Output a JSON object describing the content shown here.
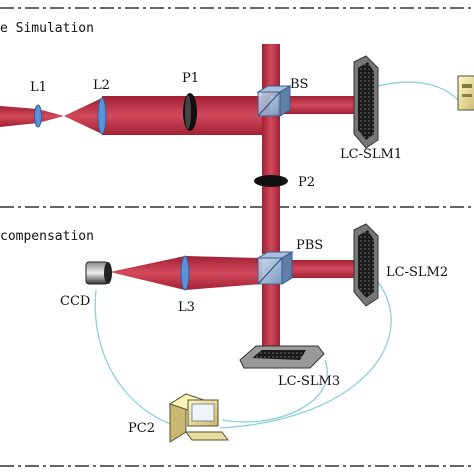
{
  "sections": {
    "top": "e Simulation",
    "bottom": "compensation"
  },
  "labels": {
    "l1": "L1",
    "l2": "L2",
    "p1": "P1",
    "bs": "BS",
    "lc_slm1": "LC-SLM1",
    "p2": "P2",
    "pbs": "PBS",
    "lc_slm2": "LC-SLM2",
    "ccd": "CCD",
    "l3": "L3",
    "lc_slm3": "LC-SLM3",
    "pc2": "PC2"
  },
  "colors": {
    "beam": "#b3263c",
    "beam_light": "#d04a5a",
    "lens": "#5b8fd8",
    "cable": "#8fcfd8",
    "dash": "#333333",
    "slm_frame": "#888888"
  }
}
